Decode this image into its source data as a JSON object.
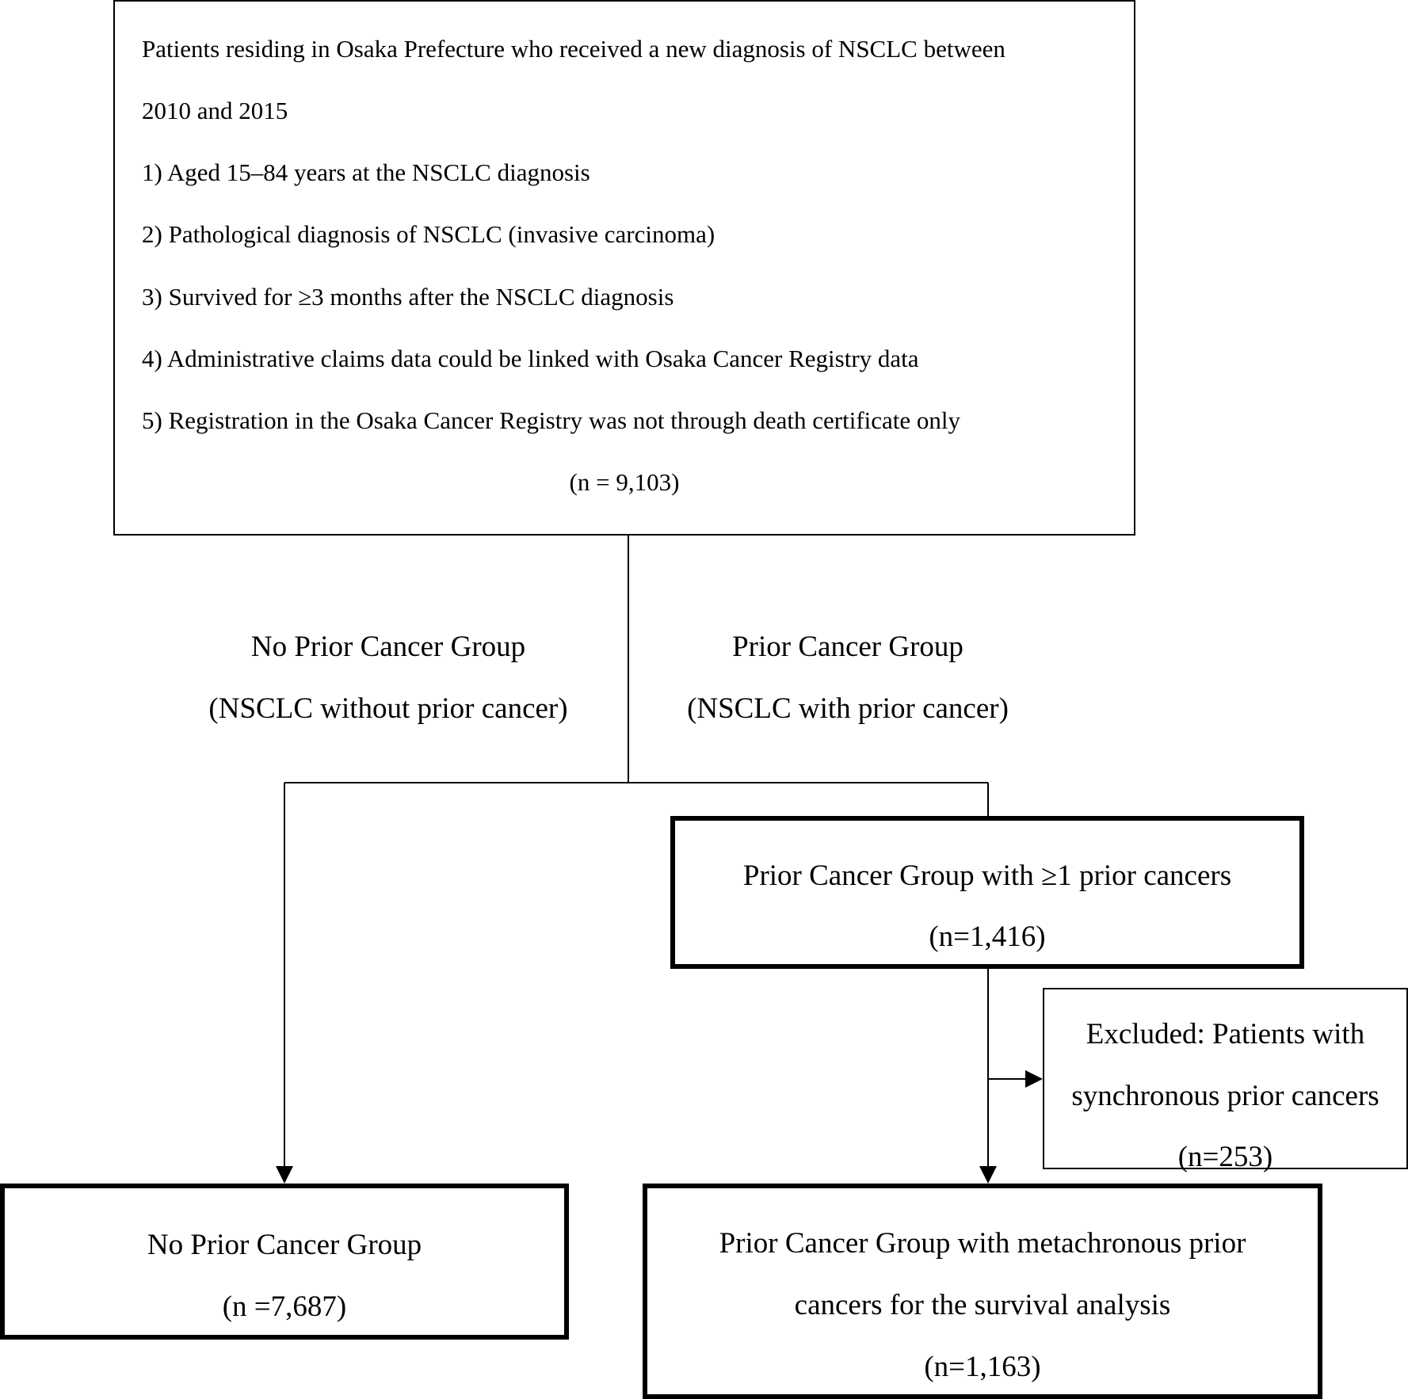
{
  "colors": {
    "background": "#ffffff",
    "stroke": "#000000",
    "text": "#000000"
  },
  "source_box": {
    "lines": [
      "Patients residing in Osaka Prefecture who received a new diagnosis of NSCLC between",
      "2010 and 2015",
      "1) Aged 15–84 years at the NSCLC diagnosis",
      "2) Pathological diagnosis of NSCLC (invasive carcinoma)",
      "3) Survived for ≥3 months after the NSCLC diagnosis",
      "4) Administrative claims data could be linked with Osaka Cancer Registry data",
      "5) Registration in the Osaka Cancer Registry was not through death certificate only"
    ],
    "total": "(n = 9,103)"
  },
  "branch_labels": {
    "no_prior": {
      "title": "No Prior Cancer Group",
      "subtitle": "(NSCLC without prior cancer)"
    },
    "prior": {
      "title": "Prior Cancer Group",
      "subtitle": "(NSCLC with prior cancer)"
    }
  },
  "prior_any_box": {
    "title": "Prior Cancer Group with ≥1 prior cancers",
    "count": "(n=1,416)"
  },
  "excluded_box": {
    "line1": "Excluded: Patients with",
    "line2": "synchronous prior cancers",
    "count": "(n=253)"
  },
  "no_prior_box": {
    "title": "No Prior Cancer Group",
    "count": "(n =7,687)"
  },
  "metachronous_box": {
    "line1": "Prior Cancer Group with metachronous prior",
    "line2": "cancers for the survival analysis",
    "count": "(n=1,163)"
  }
}
